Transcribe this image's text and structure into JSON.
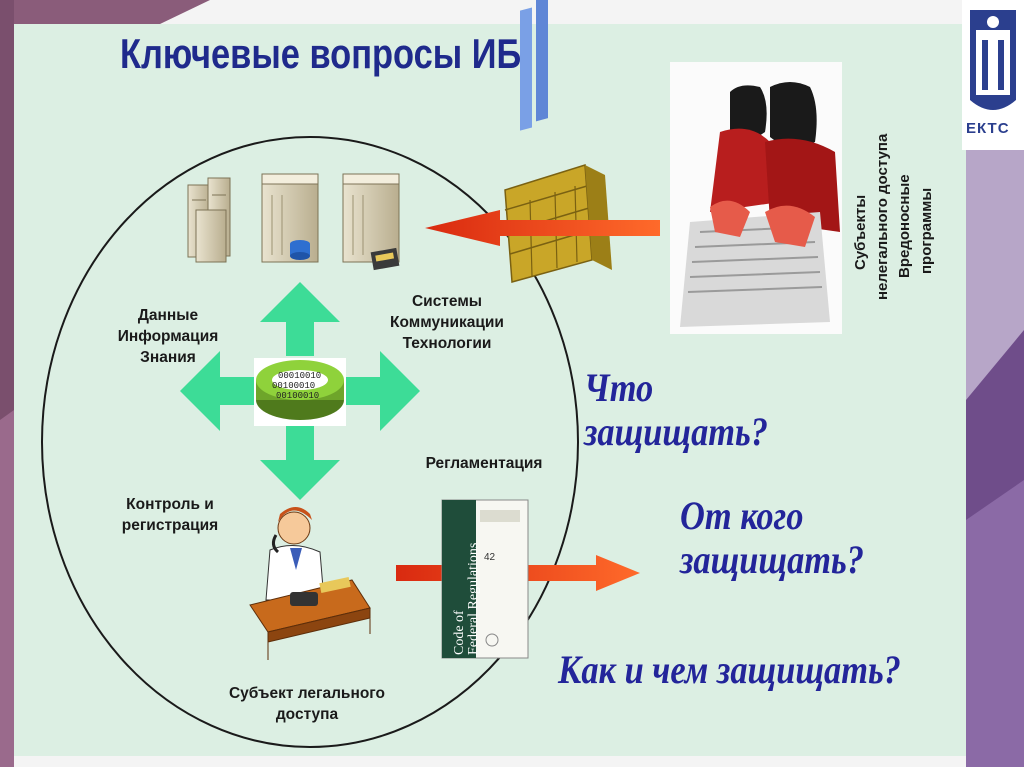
{
  "title": "Ключевые вопросы ИБ",
  "labels": {
    "data": [
      "Данные",
      "Информация",
      "Знания"
    ],
    "systems": [
      "Системы",
      "Коммуникации",
      "Технологии"
    ],
    "regulation": "Регламентация",
    "control": [
      "Контроль и",
      "регистрация"
    ],
    "legal_subject": [
      "Субъект легального",
      "доступа"
    ]
  },
  "vertical_text": [
    "Субъекты",
    "нелегального доступа",
    "Вредоносные",
    "программы"
  ],
  "questions": {
    "what": [
      "Что",
      "защищать?"
    ],
    "from_whom": [
      "От кого",
      "защищать?"
    ],
    "how": "Как и чем защищать?"
  },
  "book": {
    "line1": "Code of",
    "line2": "Federal Regulations",
    "number": "42"
  },
  "logo_text": "ЕКТС",
  "binary": [
    "00010010",
    "00100010",
    "00100010"
  ],
  "colors": {
    "title": "#1f2a8c",
    "questions": "#23259a",
    "slide_bg": "#dcefe3",
    "green_arrows": "#3ddc97",
    "red_arrows": "#e8401c"
  }
}
